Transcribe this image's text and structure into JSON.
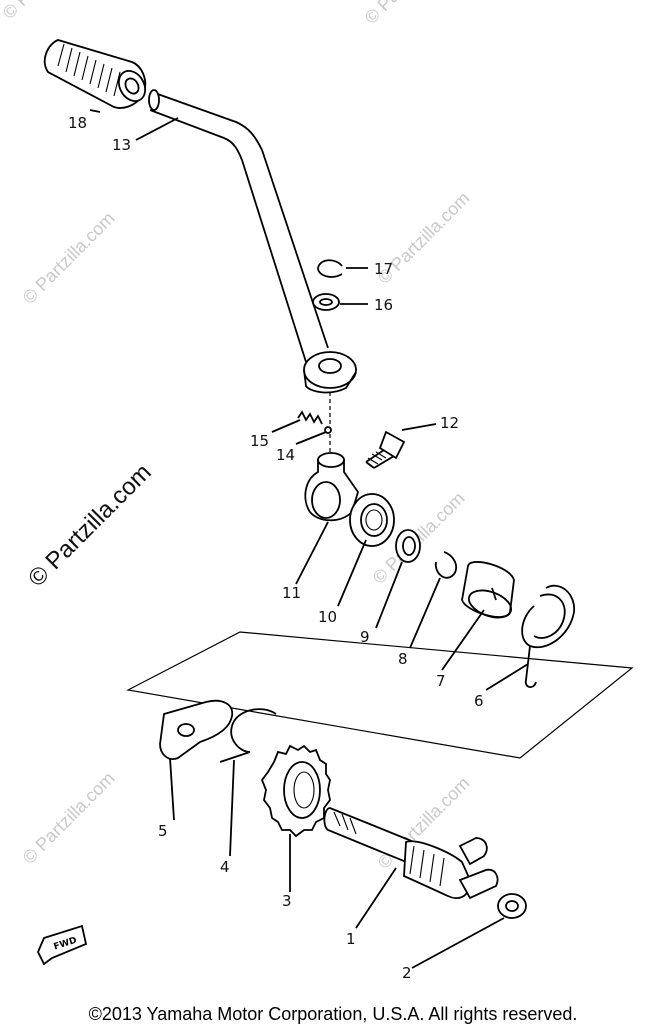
{
  "watermark": {
    "text": "© Partzilla.com",
    "main_text": "© Partzilla.com"
  },
  "fwd_marker": "FWD",
  "part_labels": {
    "p1": "1",
    "p2": "2",
    "p3": "3",
    "p4": "4",
    "p5": "5",
    "p6": "6",
    "p7": "7",
    "p8": "8",
    "p9": "9",
    "p10": "10",
    "p11": "11",
    "p12": "12",
    "p13": "13",
    "p14": "14",
    "p15": "15",
    "p16": "16",
    "p17": "17",
    "p18": "18"
  },
  "copyright": "©2013 Yamaha Motor Corporation, U.S.A. All rights reserved."
}
